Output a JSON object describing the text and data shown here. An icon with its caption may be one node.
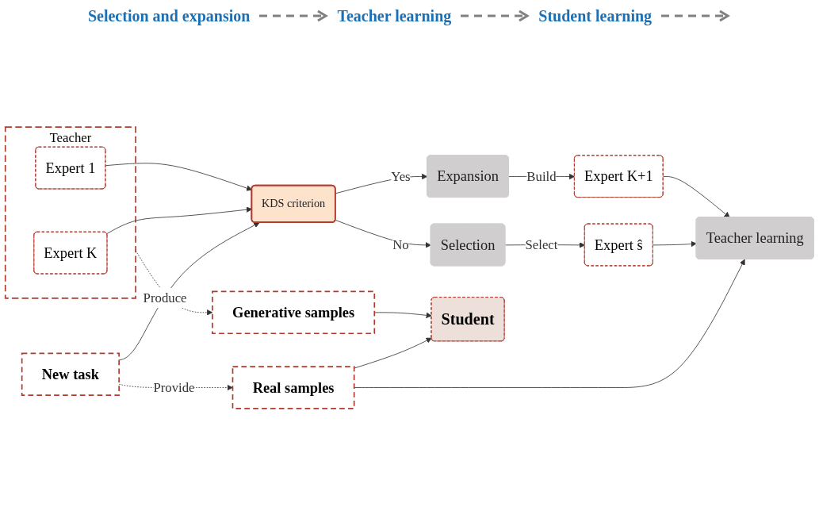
{
  "diagram": {
    "nodes": [
      {
        "text": [
          "Teacher"
        ]
      },
      {
        "text": [
          "Expert 1"
        ],
        "in": 0
      },
      {
        "text": [
          "Expert K"
        ],
        "in": 0
      },
      {
        "text": [
          "New task"
        ]
      },
      {
        "text": [
          "KDS criterion"
        ]
      },
      {
        "text": [
          "Expansion"
        ]
      },
      {
        "text": [
          "Selection"
        ]
      },
      {
        "text": [
          "Expert K+1"
        ]
      },
      {
        "text": [
          "Expert ŝ"
        ]
      },
      {
        "text": [
          "Teacher learning"
        ]
      },
      {
        "text": [
          "Generative samples"
        ]
      },
      {
        "text": [
          "Real samples"
        ]
      },
      {
        "text": [
          "Student"
        ]
      }
    ],
    "edges": [
      {
        "from": 1,
        "to": 4,
        "arrow": "to"
      },
      {
        "from": 2,
        "to": 4,
        "arrow": "to"
      },
      {
        "from": 3,
        "to": 4,
        "arrow": "to"
      },
      {
        "from": 4,
        "to": 5,
        "arrow": "to",
        "label": "Yes"
      },
      {
        "from": 4,
        "to": 6,
        "arrow": "to",
        "label": "No"
      },
      {
        "from": 5,
        "to": 7,
        "arrow": "to",
        "label": "Build"
      },
      {
        "from": 6,
        "to": 8,
        "arrow": "to",
        "label": "Select"
      },
      {
        "from": 7,
        "to": 9,
        "arrow": "to"
      },
      {
        "from": 8,
        "to": 9,
        "arrow": "to"
      },
      {
        "from": 11,
        "to": 9,
        "arrow": "to"
      },
      {
        "from": 0,
        "to": 10,
        "arrow": "to",
        "label": "Produce",
        "style": "dashed"
      },
      {
        "from": 3,
        "to": 11,
        "arrow": "to",
        "label": "Provide",
        "style": "dashed"
      },
      {
        "from": 10,
        "to": 12,
        "arrow": "to"
      },
      {
        "from": 11,
        "to": 12,
        "arrow": "to"
      }
    ],
    "labels": [
      "Selection and expansion",
      "Teacher learning",
      "Student learning"
    ]
  }
}
